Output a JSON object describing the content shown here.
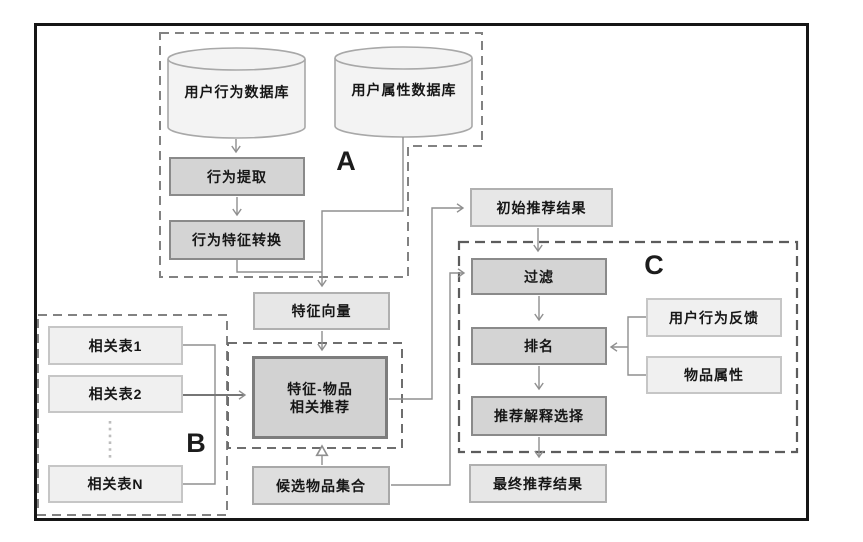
{
  "diagram": {
    "group_labels": {
      "A": "A",
      "B": "B",
      "C": "C"
    },
    "nodes": {
      "user_behavior_db": "用户行为数据库",
      "user_attr_db": "用户属性数据库",
      "behavior_extract": "行为提取",
      "behavior_feature_convert": "行为特征转换",
      "feature_vector": "特征向量",
      "initial_result": "初始推荐结果",
      "filter": "过滤",
      "rank": "排名",
      "explain_select": "推荐解释选择",
      "final_result": "最终推荐结果",
      "user_feedback": "用户行为反馈",
      "item_attr": "物品属性",
      "table1": "相关表1",
      "table2": "相关表2",
      "tableN": "相关表N",
      "feature_item_rec_line1": "特征-物品",
      "feature_item_rec_line2": "相关推荐",
      "candidate_set": "候选物品集合"
    },
    "colors": {
      "frame": "#161616",
      "connector": "#8f8f8f",
      "dashed_outline": "#777777",
      "process_fill": "#d4d4d4",
      "data_fill": "#e7e7e7",
      "input_fill": "#f0f0f0",
      "highlight_fill": "#d2d2d2",
      "cylinder_fill": "#f3f3f3"
    }
  }
}
